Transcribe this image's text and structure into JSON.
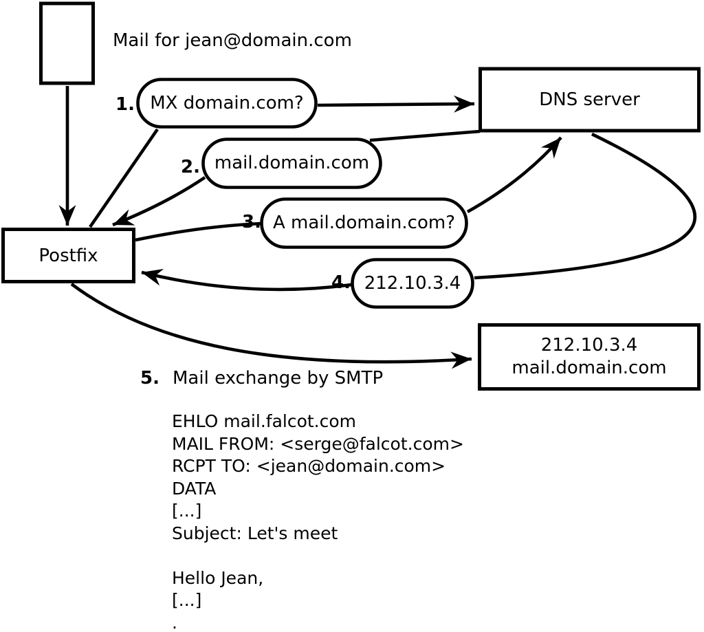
{
  "diagram": {
    "title": "Mail for jean@domain.com",
    "nodes": {
      "postfix": {
        "label": "Postfix"
      },
      "dns": {
        "label": "DNS server"
      },
      "target": {
        "line1": "212.10.3.4",
        "line2": "mail.domain.com"
      }
    },
    "steps": [
      {
        "num": "1.",
        "label": "MX domain.com?"
      },
      {
        "num": "2.",
        "label": "mail.domain.com"
      },
      {
        "num": "3.",
        "label": "A mail.domain.com?"
      },
      {
        "num": "4.",
        "label": "212.10.3.4"
      },
      {
        "num": "5.",
        "label": "Mail exchange by SMTP"
      }
    ],
    "smtp_session": [
      "EHLO mail.falcot.com",
      "MAIL FROM: <serge@falcot.com>",
      "RCPT TO: <jean@domain.com>",
      "DATA",
      "[...]",
      "Subject: Let's meet",
      "",
      "Hello Jean,",
      "[...]",
      "."
    ],
    "colors": {
      "ink": "#000000",
      "background": "#ffffff"
    }
  }
}
